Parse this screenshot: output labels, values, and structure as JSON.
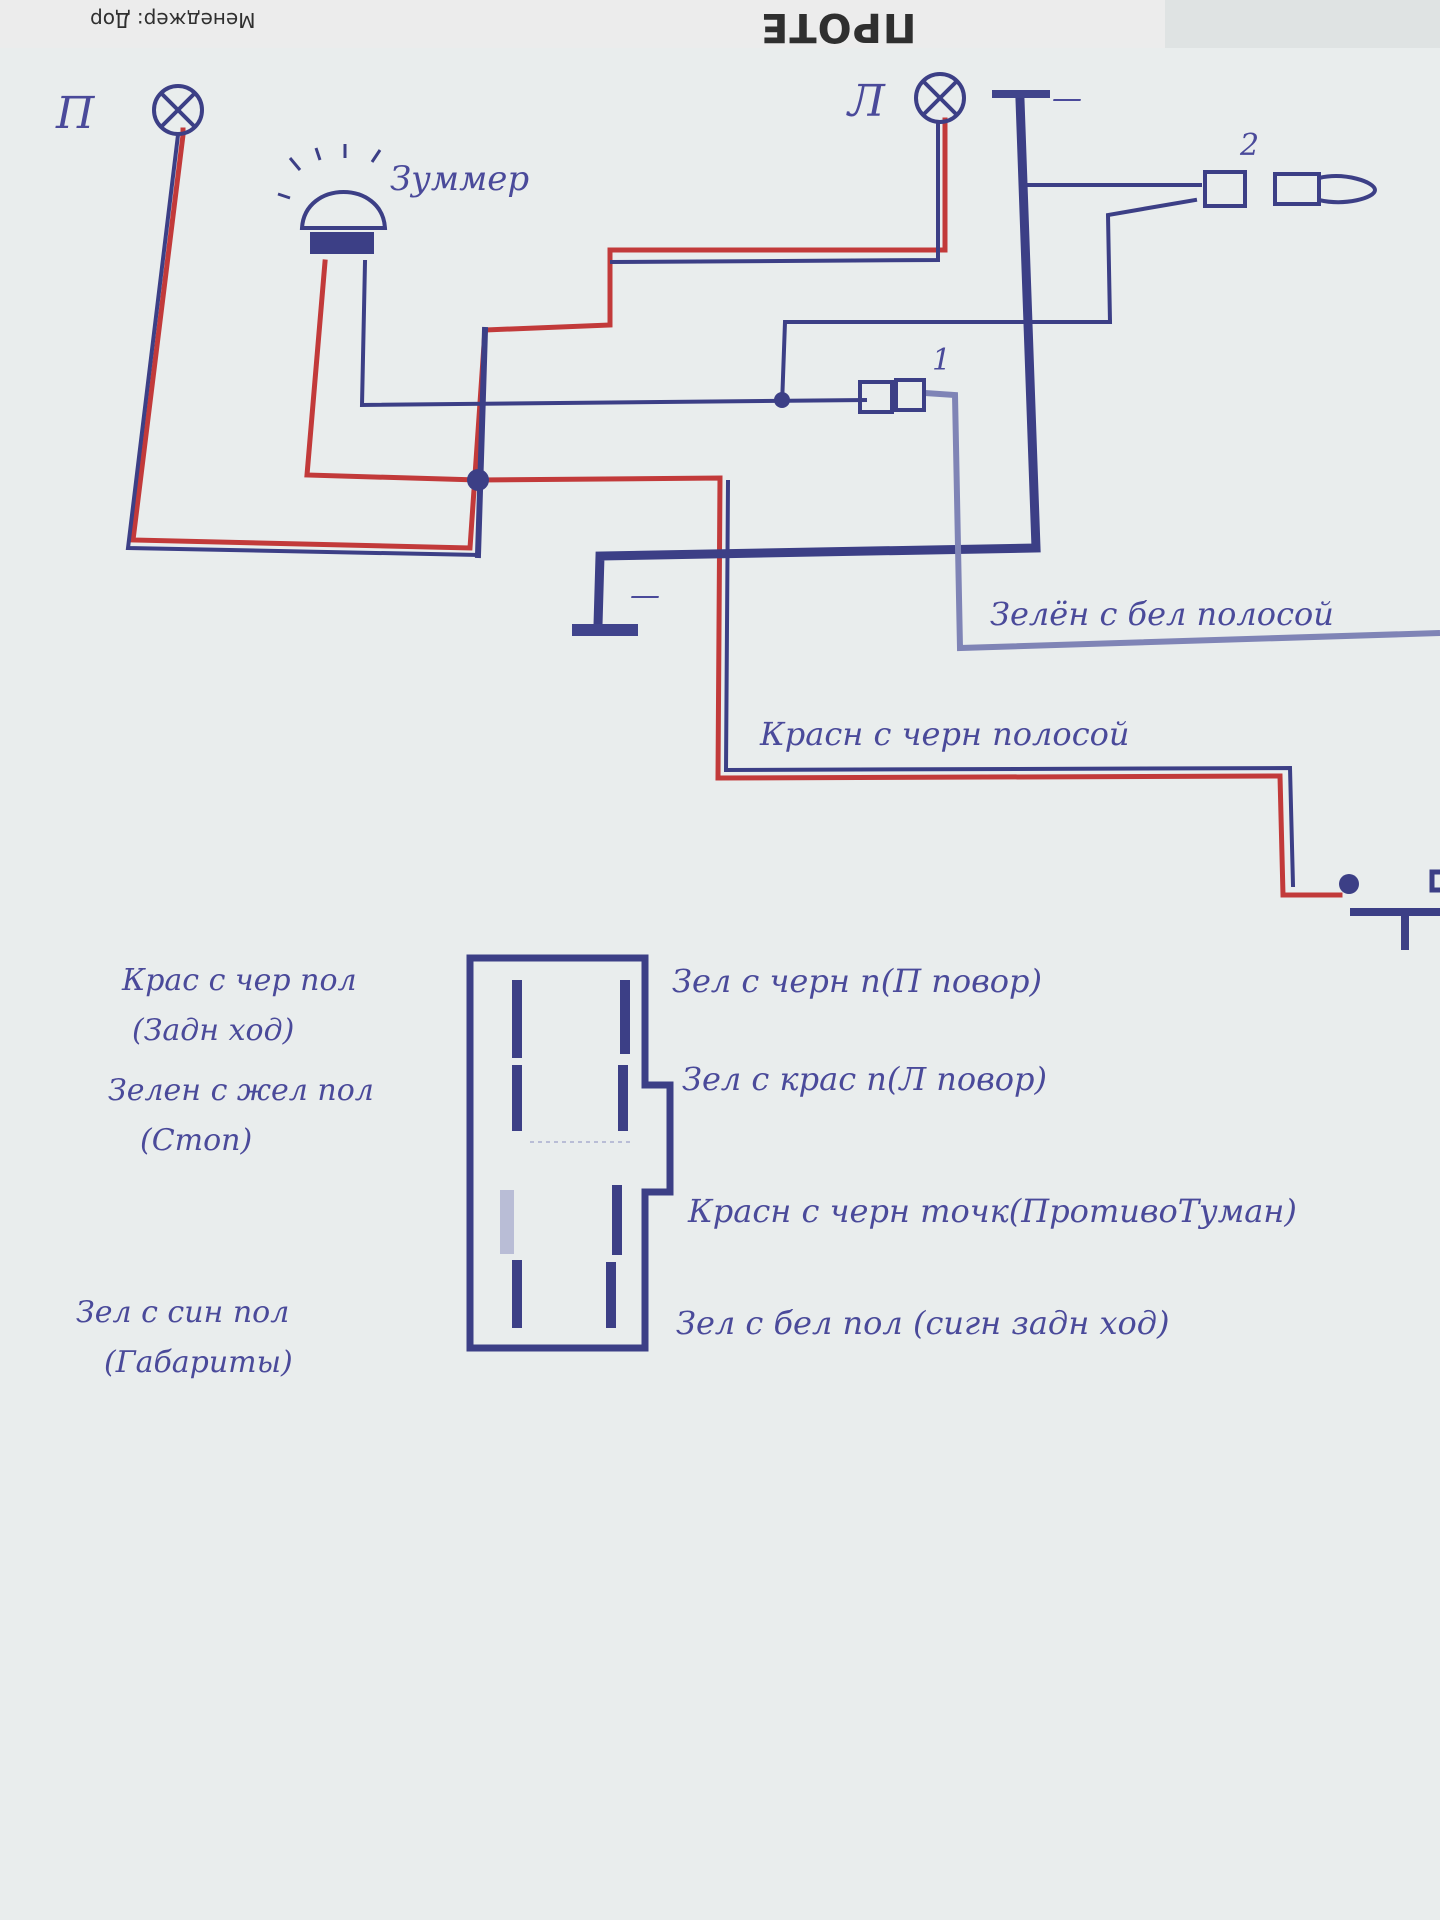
{
  "header_card": {
    "manager_text": "Менеджер: Дор",
    "brand_text": "ПРОТЕ"
  },
  "diagram": {
    "lamp_right_label": "П",
    "lamp_left_label": "Л",
    "ground_top_label": "—",
    "ground_mid_label": "—",
    "buzzer_label": "Зуммер",
    "connector_1_label": "1",
    "connector_2_label": "2",
    "wire_green_white": "Зелён с бел полосой",
    "wire_red_black": "Красн с черн полосой",
    "block_left_labels": [
      "Крас с чер пол",
      "(Задн ход)",
      "Зелен с жел пол",
      "(Стоп)",
      "Зел с син пол",
      "(Габариты)"
    ],
    "block_right_labels": [
      "Зел с черн п(П повор)",
      "Зел с крас п(Л повор)",
      "Красн с черн точк(ПротивоТуман)",
      "Зел с бел пол (сигн задн ход)"
    ]
  },
  "colors": {
    "red_wire": "#c23a3a",
    "blue_wire": "#3c3f86",
    "ink": "#4a4a9a",
    "paper": "#e9eded"
  }
}
